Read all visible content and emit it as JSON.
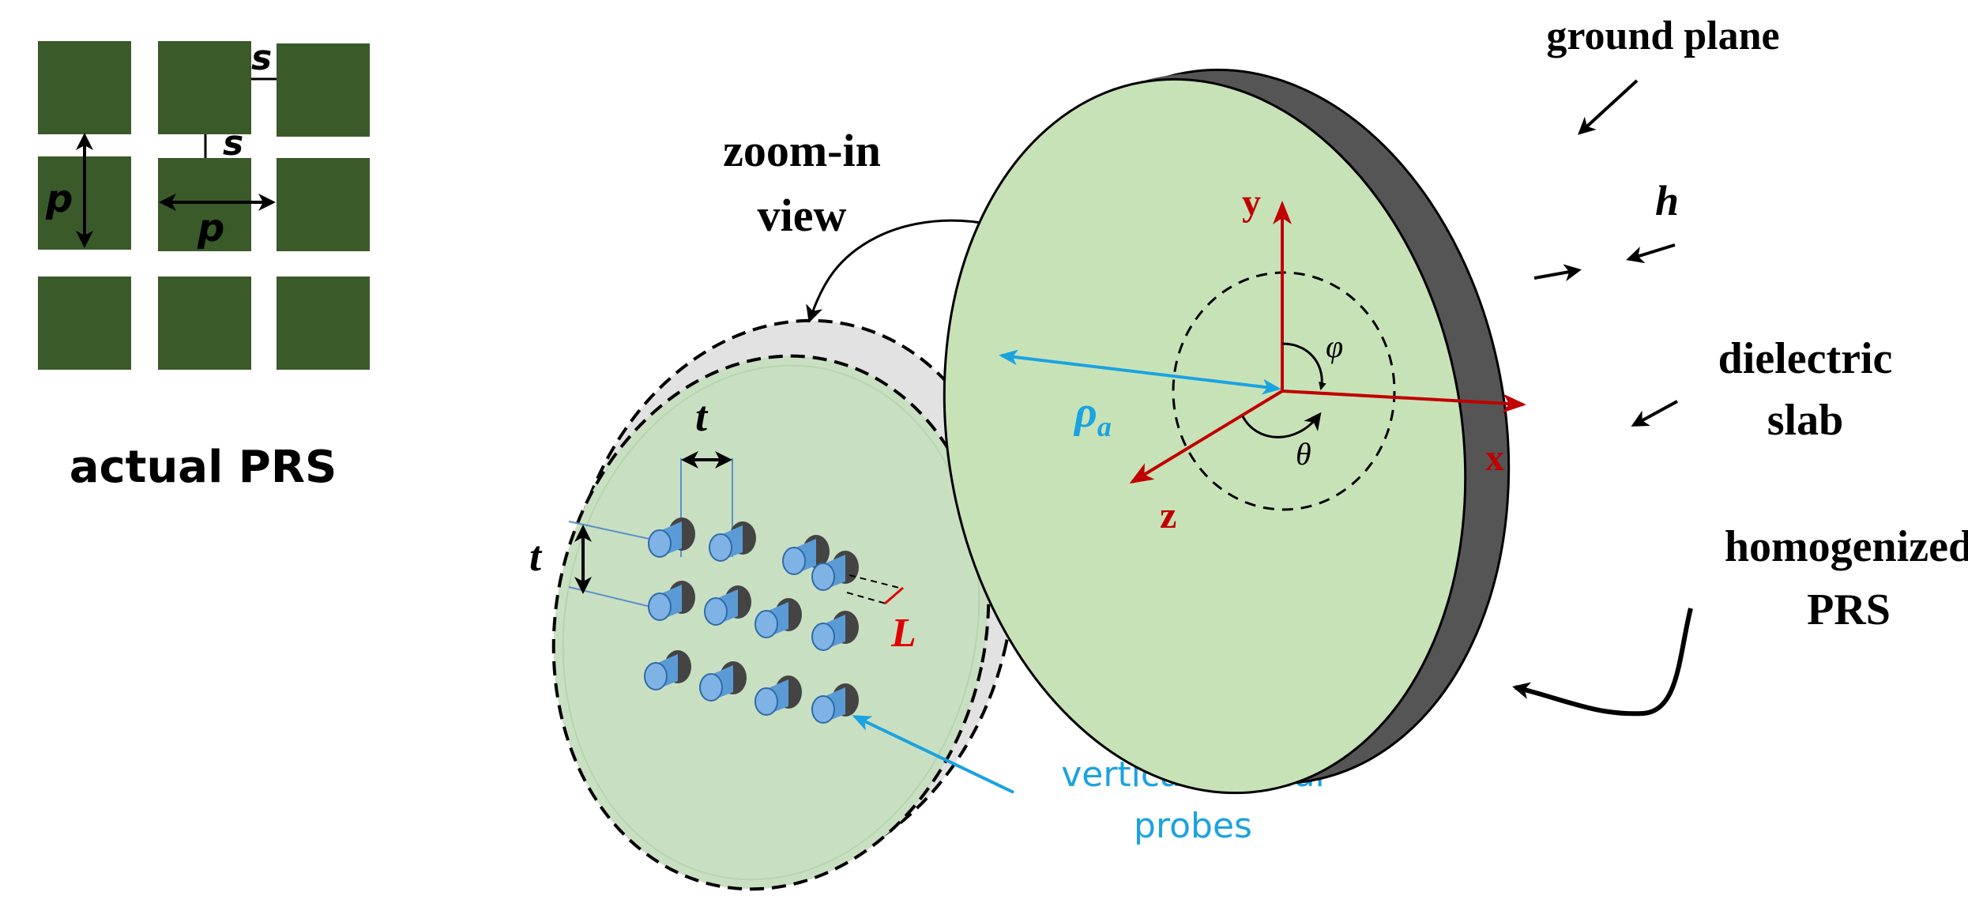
{
  "labels": {
    "actual_prs": "actual PRS",
    "s_top": "s",
    "s_mid": "s",
    "p_vert": "p",
    "p_horiz": "p",
    "zoom_in_1": "zoom-in",
    "zoom_in_2": "view",
    "t_horiz": "t",
    "t_vert": "t",
    "L": "L",
    "probes_1": "vertical coaxial",
    "probes_2": "probes",
    "ground_plane": "ground plane",
    "h": "h",
    "dielectric_1": "dielectric",
    "dielectric_2": "slab",
    "homogenized_1": "homogenized",
    "homogenized_2": "PRS",
    "axis_y": "y",
    "axis_x": "x",
    "axis_z": "z",
    "phi": "φ",
    "theta": "θ",
    "rho": "ρ",
    "rho_sub": "a"
  },
  "colors": {
    "patch": "#3a5a2a",
    "disk_face": "#c8e2b8",
    "disk_edge": "#555555",
    "zoom_face": "#c9dfc2",
    "zoom_rim": "#e2e2e2",
    "axis": "#c00000",
    "rho": "#1aa3e0",
    "probe": "#5b9bd5",
    "L_label": "#e00000"
  }
}
